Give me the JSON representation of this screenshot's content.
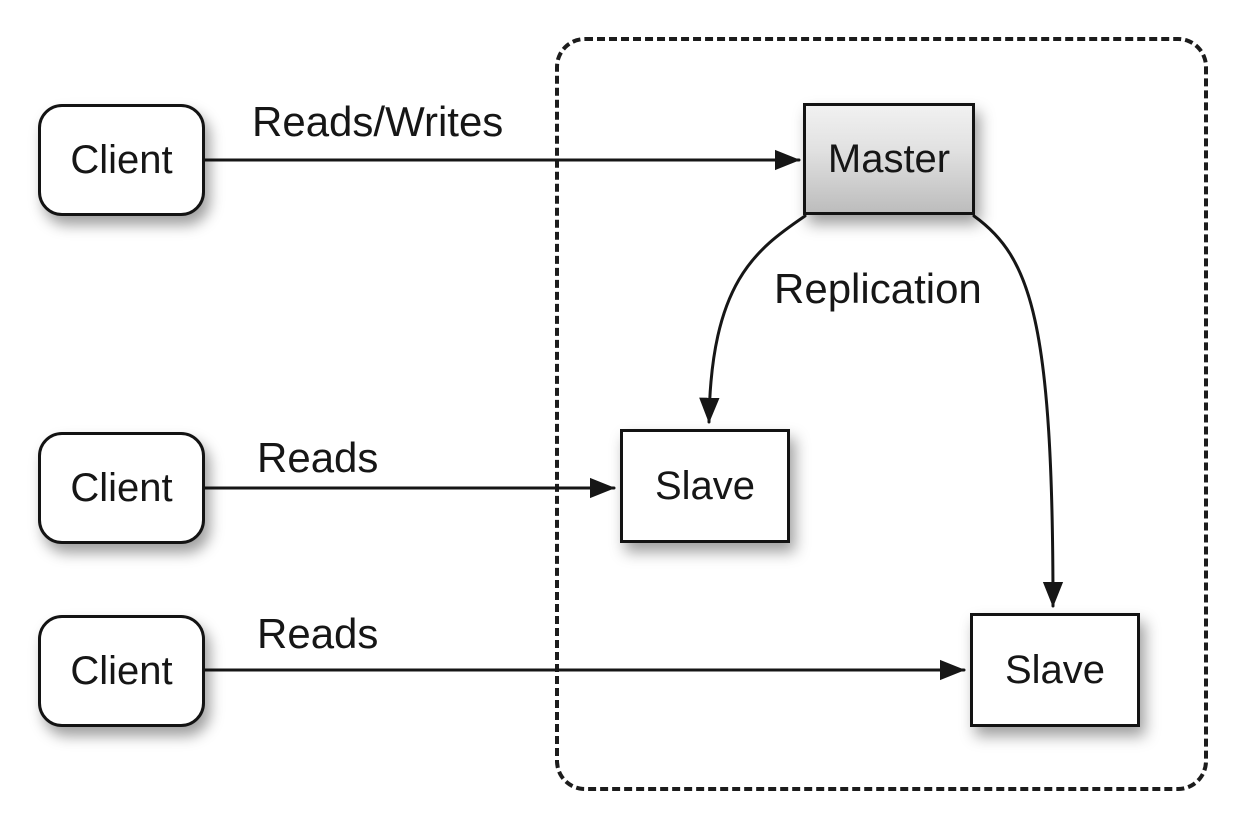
{
  "colors": {
    "background": "#ffffff",
    "stroke": "#161616",
    "node_fill": "#ffffff",
    "master_gradient_top": "#f1f1f1",
    "master_gradient_bottom": "#bdbdbd"
  },
  "nodes": {
    "clients": [
      {
        "label": "Client"
      },
      {
        "label": "Client"
      },
      {
        "label": "Client"
      }
    ],
    "master": {
      "label": "Master"
    },
    "slaves": [
      {
        "label": "Slave"
      },
      {
        "label": "Slave"
      }
    ]
  },
  "edges": {
    "client1_to_master": {
      "label": "Reads/Writes"
    },
    "client2_to_slave1": {
      "label": "Reads"
    },
    "client3_to_slave2": {
      "label": "Reads"
    },
    "master_to_slaves": {
      "label": "Replication"
    }
  }
}
